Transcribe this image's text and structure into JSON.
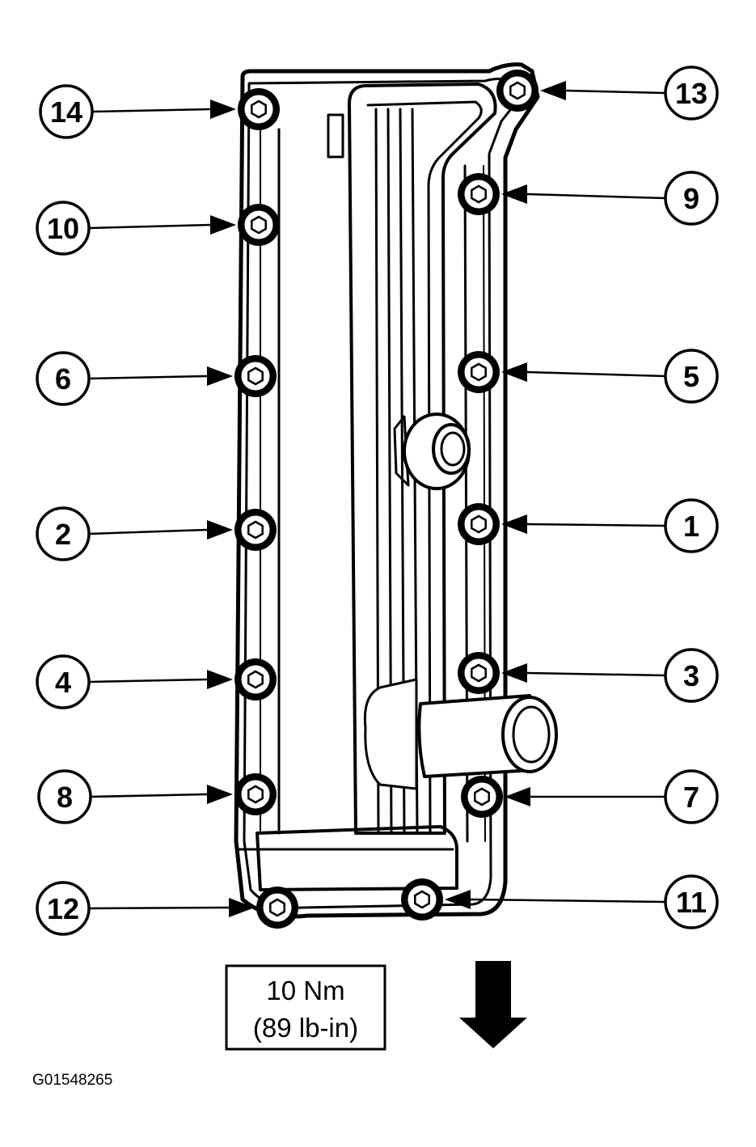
{
  "callouts": [
    {
      "label": "14"
    },
    {
      "label": "10"
    },
    {
      "label": "6"
    },
    {
      "label": "2"
    },
    {
      "label": "4"
    },
    {
      "label": "8"
    },
    {
      "label": "12"
    },
    {
      "label": "13"
    },
    {
      "label": "9"
    },
    {
      "label": "5"
    },
    {
      "label": "1"
    },
    {
      "label": "3"
    },
    {
      "label": "7"
    },
    {
      "label": "11"
    }
  ],
  "torque_spec": {
    "metric": "10 Nm",
    "imperial": "(89 lb-in)"
  },
  "figure_id": "G01548265",
  "direction_icon": "arrow-down-icon",
  "colors": {
    "ink": "#000000",
    "paper": "#ffffff"
  }
}
